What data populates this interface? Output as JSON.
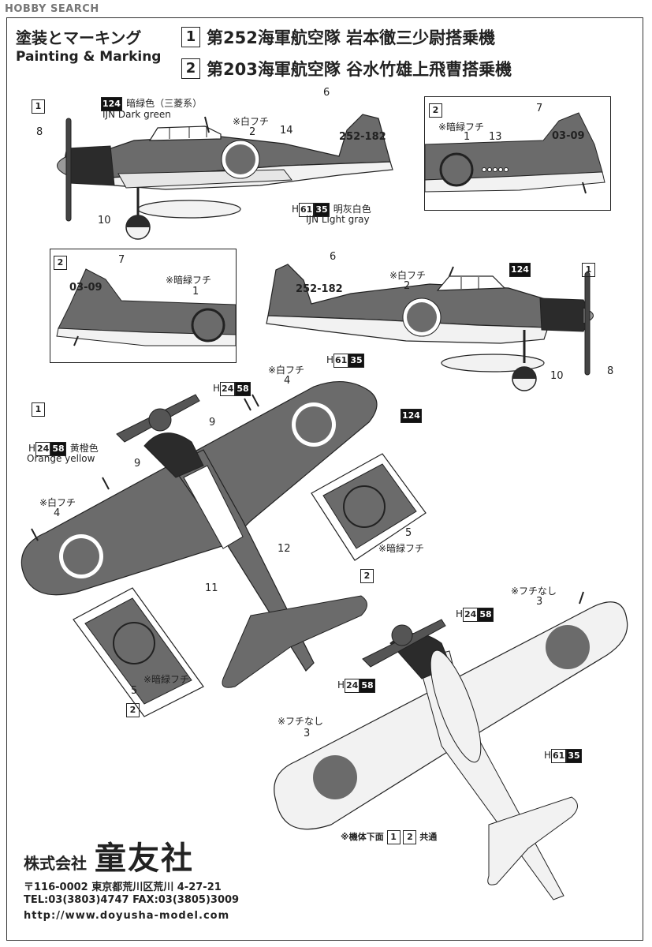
{
  "watermark": "HOBBY SEARCH",
  "header": {
    "title_jp": "塗装とマーキング",
    "title_en": "Painting & Marking",
    "markings": [
      {
        "num": "1",
        "text": "第252海軍航空隊 岩本徹三少尉搭乗機"
      },
      {
        "num": "2",
        "text": "第203海軍航空隊 谷水竹雄上飛曹搭乗機"
      }
    ]
  },
  "colors": {
    "dark_green": "#6b6b6b",
    "light_gray": "#f2f2f2",
    "cowl": "#2b2b2b",
    "line": "#222222"
  },
  "paint_callouts": {
    "c124_code": "124",
    "c124_jp": "暗緑色（三菱系）",
    "c124_en": "IJN Dark green",
    "h61_prefix": "H",
    "h61_code1": "61",
    "h61_code2": "35",
    "h61_jp": "明灰白色",
    "h61_en": "IJN Light gray",
    "h24_prefix": "H",
    "h24_code1": "24",
    "h24_code2": "58",
    "h24_jp": "黄橙色",
    "h24_en": "Orange yellow"
  },
  "notes": {
    "white_border": "※白フチ",
    "dark_green_border": "※暗緑フチ",
    "no_border": "※フチなし",
    "underside_prefix": "※機体下面",
    "underside_suffix": "共通"
  },
  "numbers": {
    "n1": "1",
    "n2": "2",
    "n3": "3",
    "n4": "4",
    "n5": "5",
    "n6": "6",
    "n7": "7",
    "n8": "8",
    "n9": "9",
    "n10": "10",
    "n11": "11",
    "n12": "12",
    "n13": "13",
    "n14": "14"
  },
  "tail_codes": {
    "t1": "252-182",
    "t2": "03-09"
  },
  "company": {
    "small": "株式会社",
    "big": "童友社",
    "address": "〒116-0002 東京都荒川区荒川 4-27-21",
    "tel_fax": "TEL:03(3803)4747  FAX:03(3805)3009",
    "url": "http://www.doyusha-model.com"
  }
}
